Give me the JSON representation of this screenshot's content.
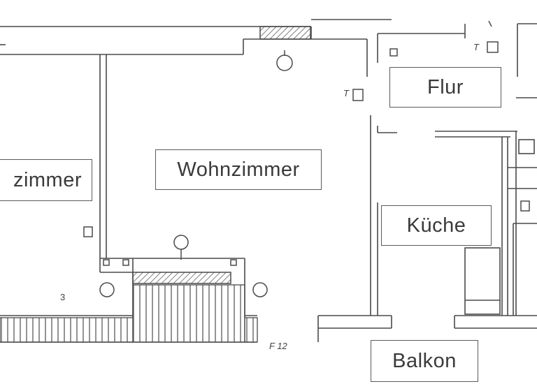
{
  "rooms": {
    "zimmer": "zimmer",
    "wohnzimmer": "Wohnzimmer",
    "flur": "Flur",
    "kueche": "Küche",
    "balkon": "Balkon"
  },
  "marks": {
    "f12": "F 12",
    "i3": "3",
    "t1": "T",
    "t2": "T"
  },
  "colors": {
    "ink": "#4a4a4a",
    "paper": "#ffffff"
  }
}
